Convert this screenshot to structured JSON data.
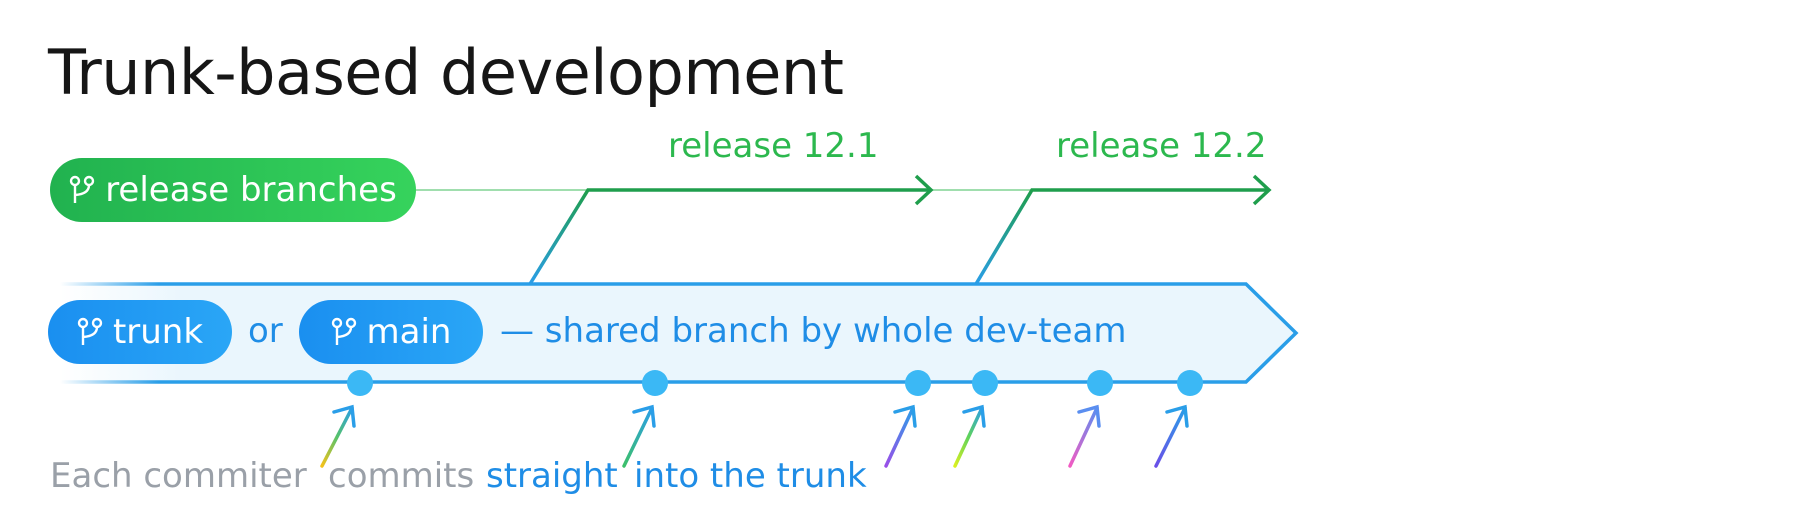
{
  "title": "Trunk-based development",
  "release_pill": {
    "label": "release branches",
    "icon": "branch-icon"
  },
  "trunk_pill": {
    "label": "trunk",
    "icon": "branch-icon"
  },
  "or_text": "or",
  "main_pill": {
    "label": "main",
    "icon": "branch-icon"
  },
  "trunk_description": "— shared branch by whole dev-team",
  "releases": [
    {
      "label": "release 12.1"
    },
    {
      "label": "release 12.2"
    }
  ],
  "caption": {
    "part1": "Each commiter",
    "part2": "commits",
    "part3": "straight",
    "part4": "into the trunk"
  },
  "colors": {
    "trunk_blue": "#2a9ee8",
    "trunk_fill": "#eaf6fd",
    "release_green": "#1f9e4c",
    "commit_dot": "#3bb8f5",
    "caption_grey": "#9aa0a8",
    "caption_blue": "#1f8de6"
  }
}
